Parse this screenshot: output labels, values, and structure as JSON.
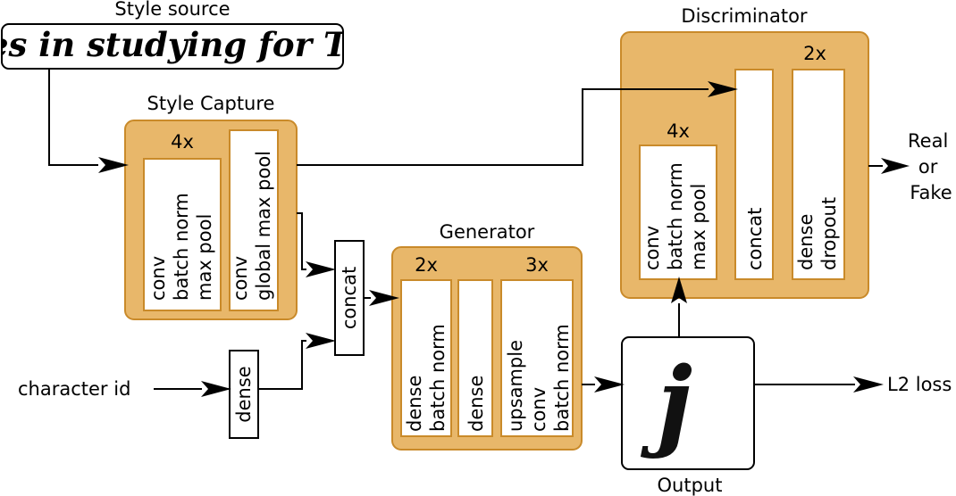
{
  "style_source": {
    "title": "Style source",
    "sample_text": "es in studying for Transp"
  },
  "style_capture": {
    "title": "Style Capture",
    "repeat": "4x",
    "block1_lines": [
      "conv",
      "batch norm",
      "max pool"
    ],
    "block2_lines": [
      "conv",
      "global max pool"
    ]
  },
  "concat_block": {
    "label": "concat"
  },
  "character_input": {
    "label": "character id"
  },
  "dense_block": {
    "label": "dense"
  },
  "generator": {
    "title": "Generator",
    "repeat1": "2x",
    "repeat2": "3x",
    "block1_lines": [
      "dense",
      "batch norm"
    ],
    "block2_lines": [
      "dense"
    ],
    "block3_lines": [
      "upsample",
      "conv",
      "batch norm"
    ]
  },
  "output": {
    "title": "Output",
    "glyph": "j"
  },
  "discriminator": {
    "title": "Discriminator",
    "repeat1": "4x",
    "repeat2": "2x",
    "block1_lines": [
      "conv",
      "batch norm",
      "max pool"
    ],
    "block2_lines": [
      "concat"
    ],
    "block3_lines": [
      "dense",
      "dropout"
    ]
  },
  "results": {
    "real_or_fake": [
      "Real",
      "or",
      "Fake"
    ],
    "loss": "L2 loss"
  }
}
